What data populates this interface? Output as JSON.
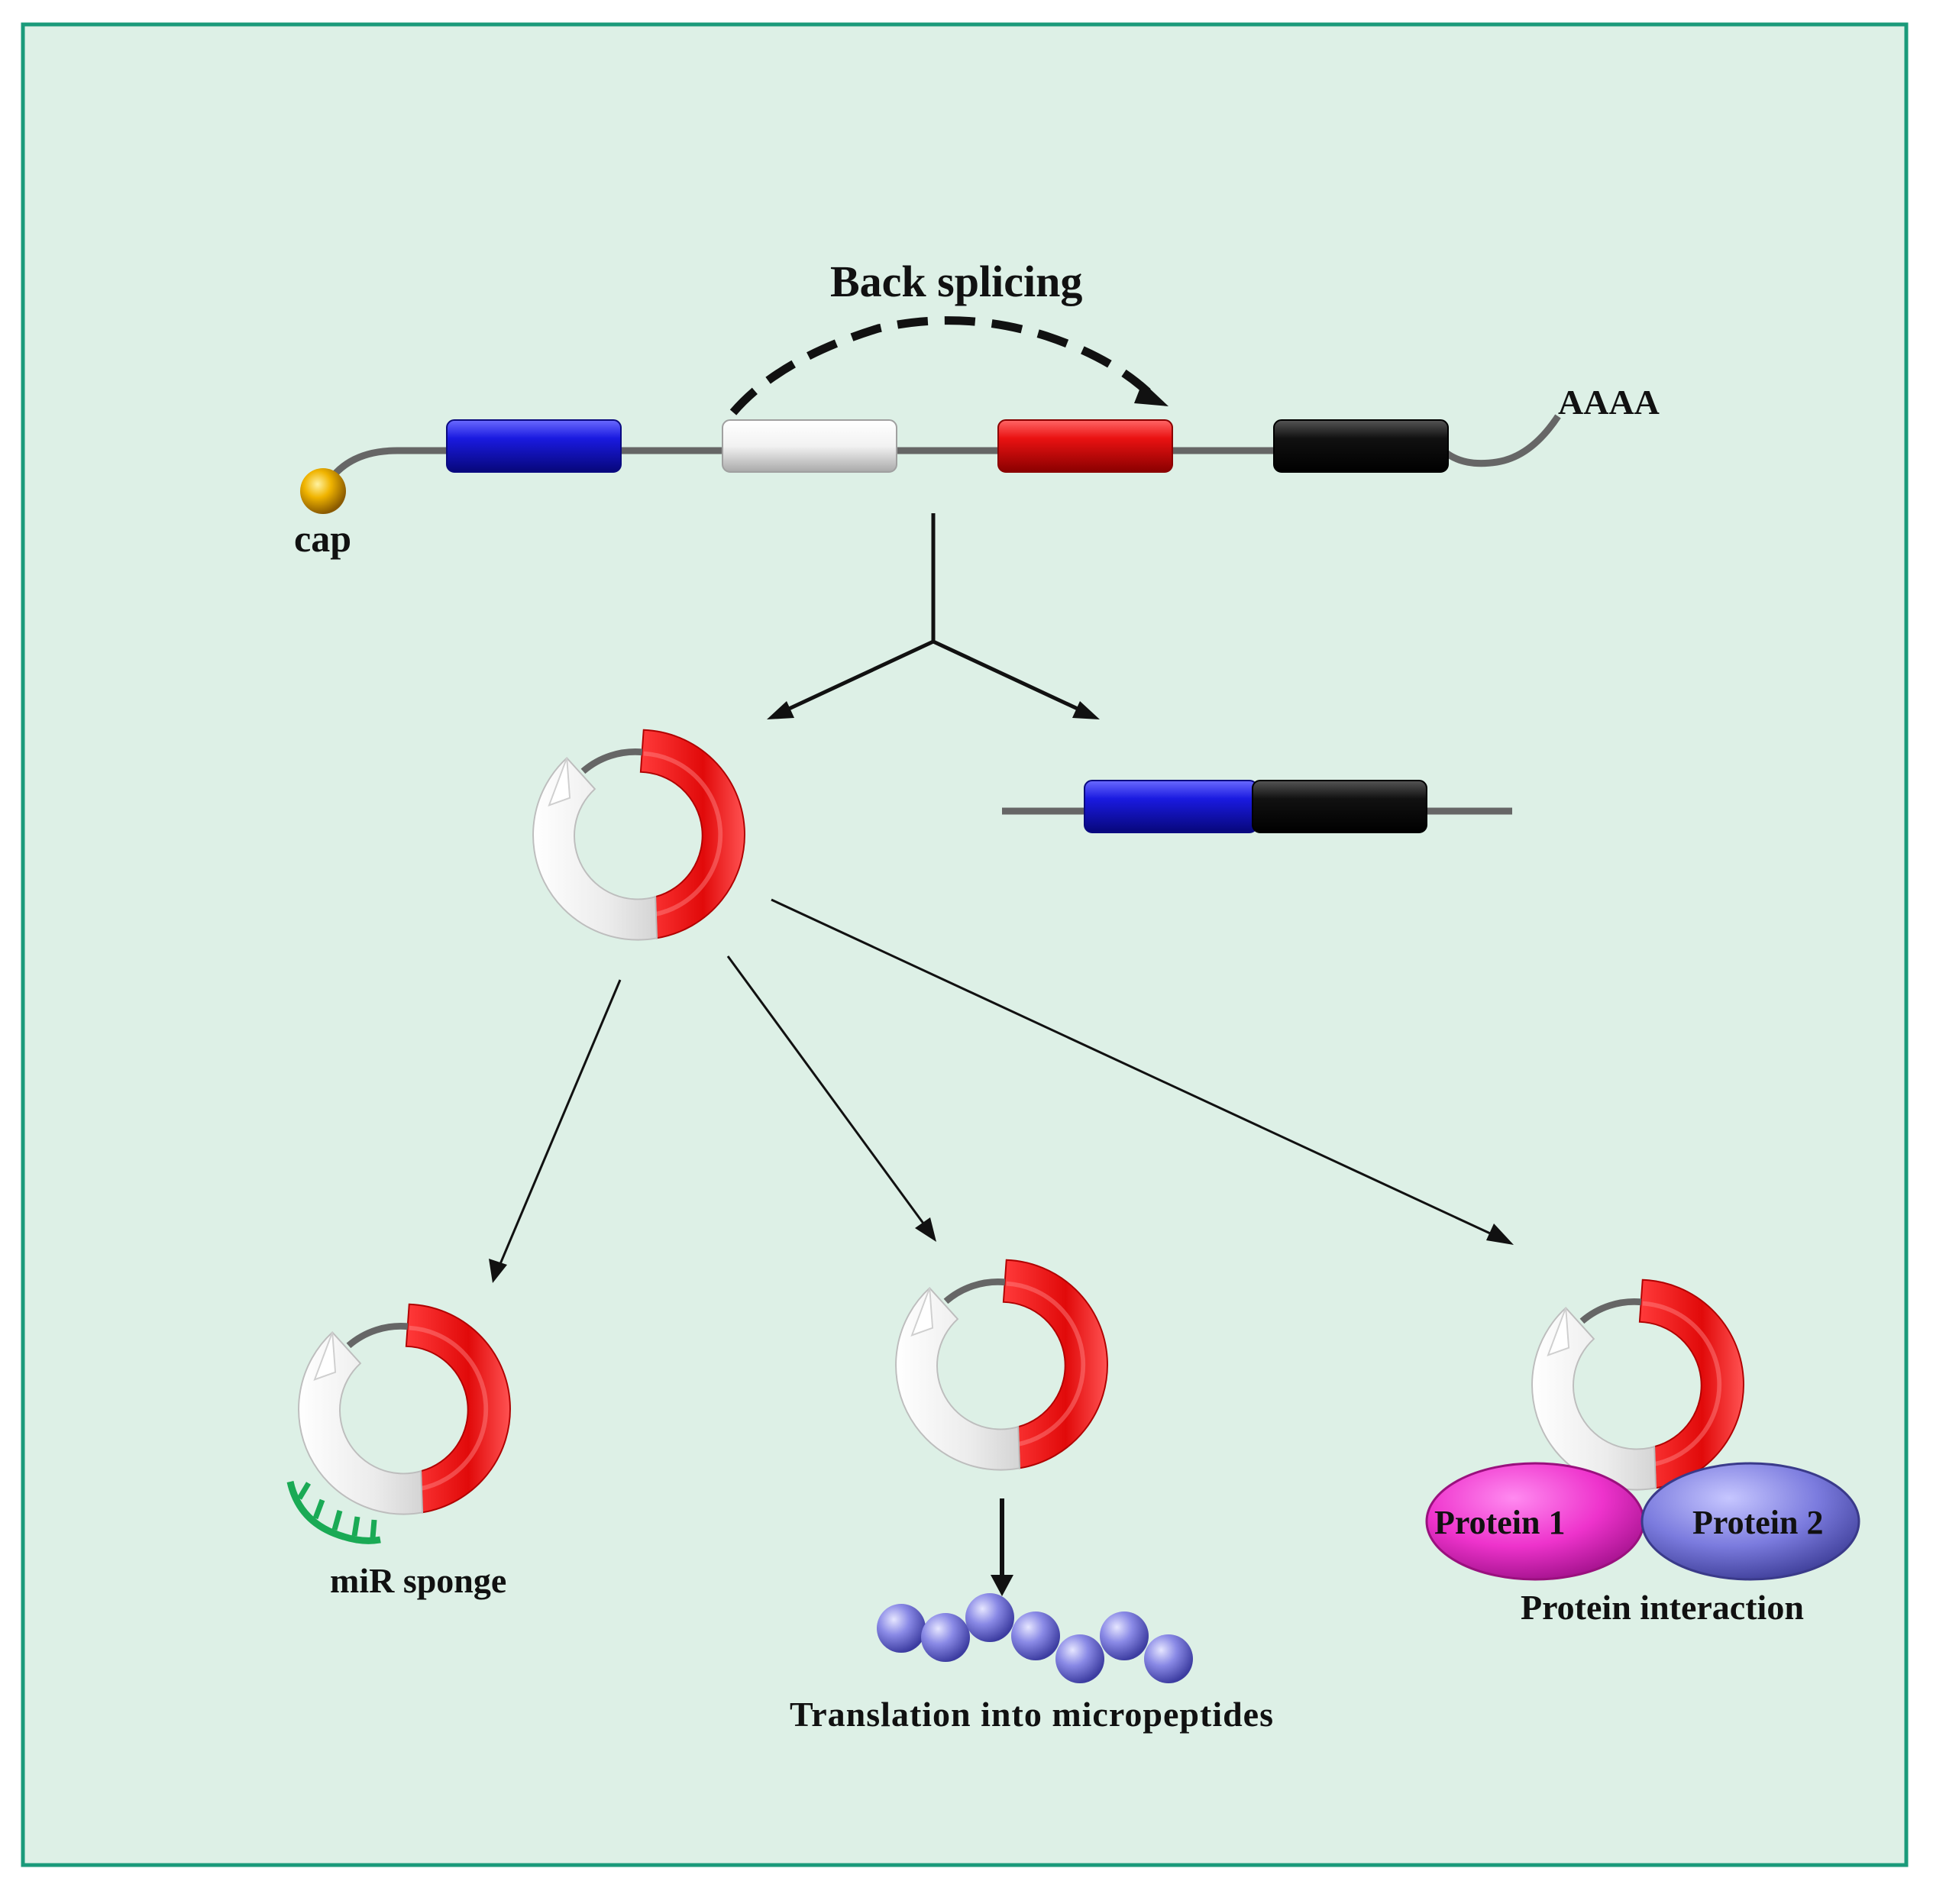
{
  "labels": {
    "back_splicing": "Back splicing",
    "cap": "cap",
    "poly_a": "AAAA",
    "mir_sponge": "miR sponge",
    "translation": "Translation into micropeptides",
    "protein_interaction": "Protein interaction",
    "protein1": "Protein 1",
    "protein2": "Protein 2"
  },
  "colors": {
    "panel_fill": "#ddf0e6",
    "panel_border": "#1a9a7a",
    "exon_blue": "#1a1ad8",
    "exon_white": "#f4f4f4",
    "exon_red": "#e81212",
    "exon_black": "#111111",
    "cap_gold": "#e8a800",
    "mirna_green": "#1aaa55",
    "protein1": "#ee33cc",
    "protein2": "#7b7bde",
    "bead": "#8a8ae6"
  }
}
